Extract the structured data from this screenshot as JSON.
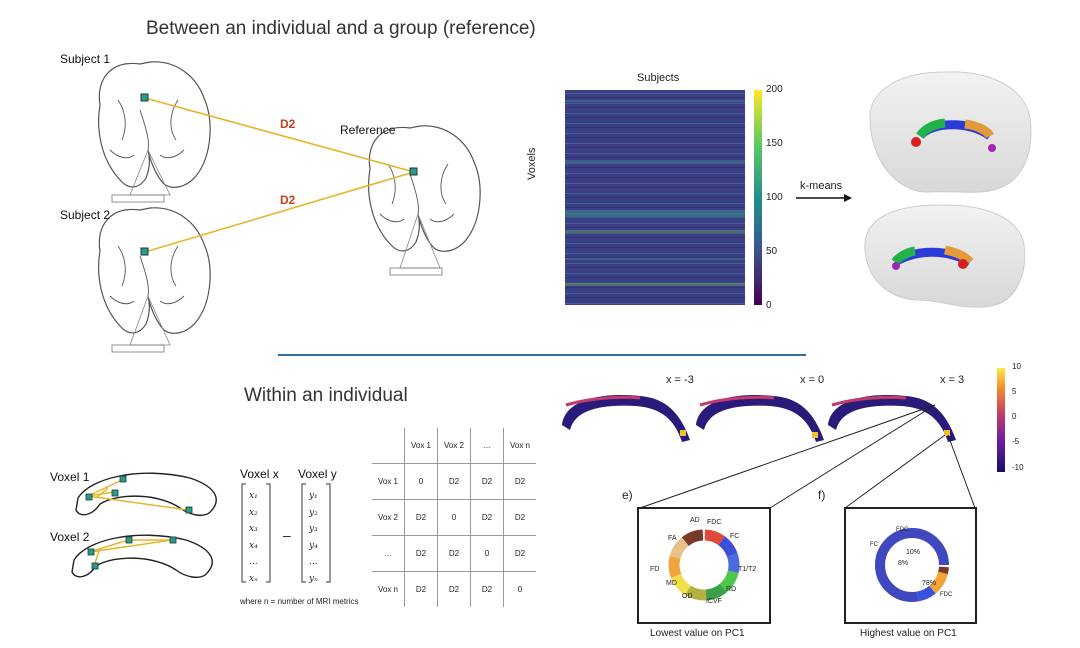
{
  "top": {
    "title": "Between an individual and a group (reference)",
    "subject1": "Subject 1",
    "subject2": "Subject 2",
    "reference": "Reference",
    "d2_a": "D2",
    "d2_b": "D2"
  },
  "heatmap": {
    "title": "Subjects",
    "ylabel": "Voxels",
    "colorbar_ticks": [
      "200",
      "150",
      "100",
      "50",
      "0"
    ],
    "arrow_label": "k-means"
  },
  "bottom": {
    "title": "Within an individual",
    "voxel1": "Voxel 1",
    "voxel2": "Voxel 2",
    "voxel_x": "Voxel x",
    "voxel_y": "Voxel y",
    "x_vector": [
      "x₁",
      "x₂",
      "x₃",
      "x₄",
      "...",
      "xₙ"
    ],
    "y_vector": [
      "y₁",
      "y₂",
      "y₃",
      "y₄",
      "...",
      "yₙ"
    ],
    "minus": "–",
    "footnote": "where n = number of MRI metrics",
    "matrix": [
      [
        "",
        "Vox 1",
        "Vox 2",
        "...",
        "Vox n"
      ],
      [
        "Vox 1",
        "0",
        "D2",
        "D2",
        "D2"
      ],
      [
        "Vox 2",
        "D2",
        "0",
        "D2",
        "D2"
      ],
      [
        "...",
        "D2",
        "D2",
        "0",
        "D2"
      ],
      [
        "Vox n",
        "D2",
        "D2",
        "D2",
        "0"
      ]
    ]
  },
  "slices": {
    "labels": [
      "x = -3",
      "x = 0",
      "x = 3"
    ],
    "colorbar_ticks": [
      "10",
      "5",
      "0",
      "-5",
      "-10"
    ]
  },
  "panels": {
    "e_label": "e)",
    "f_label": "f)",
    "e_caption": "Lowest value on PC1",
    "f_caption": "Highest value on PC1",
    "e_segments": [
      "AD",
      "FDC",
      "FC",
      "T1/T2",
      "RD",
      "ICVF",
      "OD",
      "MD",
      "FD",
      "FA"
    ],
    "f_segments": [
      "FC",
      "FDC",
      "FDC"
    ],
    "f_percents": [
      "10%",
      "8%",
      "78%"
    ]
  },
  "colors": {
    "line": "#e8b52a",
    "d2": "#c8401a",
    "divider": "#2f6f9f",
    "heat_bg": "#3a3f86"
  }
}
